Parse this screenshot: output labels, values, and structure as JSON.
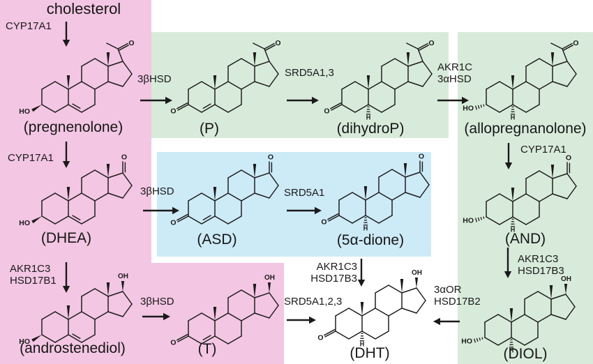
{
  "figure": {
    "title": "cholesterol"
  },
  "colors": {
    "pink": "#F3C6E3",
    "green": "#D8EBDA",
    "blue": "#CDEAF7",
    "line": "#1A1A1A"
  },
  "compounds": [
    {
      "id": "pregnenolone",
      "label": "(pregnenolone)",
      "a_ring": "3bOH-d5",
      "d_ring": "acetyl"
    },
    {
      "id": "p",
      "label": "(P)",
      "a_ring": "3keto-d4",
      "d_ring": "acetyl"
    },
    {
      "id": "dihydrop",
      "label": "(dihydroP)",
      "a_ring": "3keto-5a",
      "d_ring": "acetyl"
    },
    {
      "id": "allopregnanolone",
      "label": "(allopregnanolone)",
      "a_ring": "3aOH-5a",
      "d_ring": "acetyl"
    },
    {
      "id": "dhea",
      "label": "(DHEA)",
      "a_ring": "3bOH-d5",
      "d_ring": "ketone"
    },
    {
      "id": "asd",
      "label": "(ASD)",
      "a_ring": "3keto-d4",
      "d_ring": "ketone"
    },
    {
      "id": "5a-dione",
      "label": "(5α-dione)",
      "a_ring": "3keto-5a",
      "d_ring": "ketone"
    },
    {
      "id": "and",
      "label": "(AND)",
      "a_ring": "3aOH-5a",
      "d_ring": "ketone"
    },
    {
      "id": "androstenediol",
      "label": "(androstenediol)",
      "a_ring": "3bOH-d5",
      "d_ring": "ohbeta"
    },
    {
      "id": "t",
      "label": "(T)",
      "a_ring": "3keto-d4",
      "d_ring": "ohbeta"
    },
    {
      "id": "dht",
      "label": "(DHT)",
      "a_ring": "3keto-5a",
      "d_ring": "ohbeta"
    },
    {
      "id": "diol",
      "label": "(DIOL)",
      "a_ring": "3aOH-5a",
      "d_ring": "ohbeta"
    }
  ],
  "enzymes": [
    {
      "label": "CYP17A1"
    },
    {
      "label": "3βHSD"
    },
    {
      "label": "SRD5A1,3"
    },
    {
      "label": "AKR1C\n3αHSD"
    },
    {
      "label": "CYP17A1"
    },
    {
      "label": "3βHSD"
    },
    {
      "label": "SRD5A1"
    },
    {
      "label": "CYP17A1"
    },
    {
      "label": "AKR1C3\nHSD17B1"
    },
    {
      "label": "3βHSD"
    },
    {
      "label": "SRD5A1,2,3"
    },
    {
      "label": "AKR1C3\nHSD17B3"
    },
    {
      "label": "3αOR\nHSD17B2"
    },
    {
      "label": "AKR1C3\nHSD17B3"
    }
  ],
  "arrows": [
    {
      "id": "cholesterol-to-pregnenolone",
      "from": "cholesterol",
      "to": "pregnenolone",
      "enzyme": "CYP17A1"
    },
    {
      "id": "pregnenolone-to-p",
      "from": "pregnenolone",
      "to": "P",
      "enzyme": "3βHSD"
    },
    {
      "id": "p-to-dihydrop",
      "from": "P",
      "to": "dihydroP",
      "enzyme": "SRD5A1,3"
    },
    {
      "id": "dihydrop-to-allopregnanolone",
      "from": "dihydroP",
      "to": "allopregnanolone",
      "enzyme": "AKR1C 3αHSD"
    },
    {
      "id": "pregnenolone-to-dhea",
      "from": "pregnenolone",
      "to": "DHEA",
      "enzyme": "CYP17A1"
    },
    {
      "id": "dhea-to-asd",
      "from": "DHEA",
      "to": "ASD",
      "enzyme": "3βHSD"
    },
    {
      "id": "asd-to-5a-dione",
      "from": "ASD",
      "to": "5α-dione",
      "enzyme": "SRD5A1"
    },
    {
      "id": "allopregnanolone-to-and",
      "from": "allopregnanolone",
      "to": "AND",
      "enzyme": "CYP17A1"
    },
    {
      "id": "dhea-to-androstenediol",
      "from": "DHEA",
      "to": "androstenediol",
      "enzyme": "AKR1C3 HSD17B1"
    },
    {
      "id": "androstenediol-to-t",
      "from": "androstenediol",
      "to": "T",
      "enzyme": "3βHSD"
    },
    {
      "id": "t-to-dht",
      "from": "T",
      "to": "DHT",
      "enzyme": "SRD5A1,2,3"
    },
    {
      "id": "5a-dione-to-dht",
      "from": "5α-dione",
      "to": "DHT",
      "enzyme": "AKR1C3 HSD17B3"
    },
    {
      "id": "and-to-diol",
      "from": "AND",
      "to": "DIOL",
      "enzyme": "AKR1C3 HSD17B3"
    },
    {
      "id": "diol-to-dht",
      "from": "DIOL",
      "to": "DHT",
      "enzyme": "3αOR HSD17B2"
    }
  ]
}
